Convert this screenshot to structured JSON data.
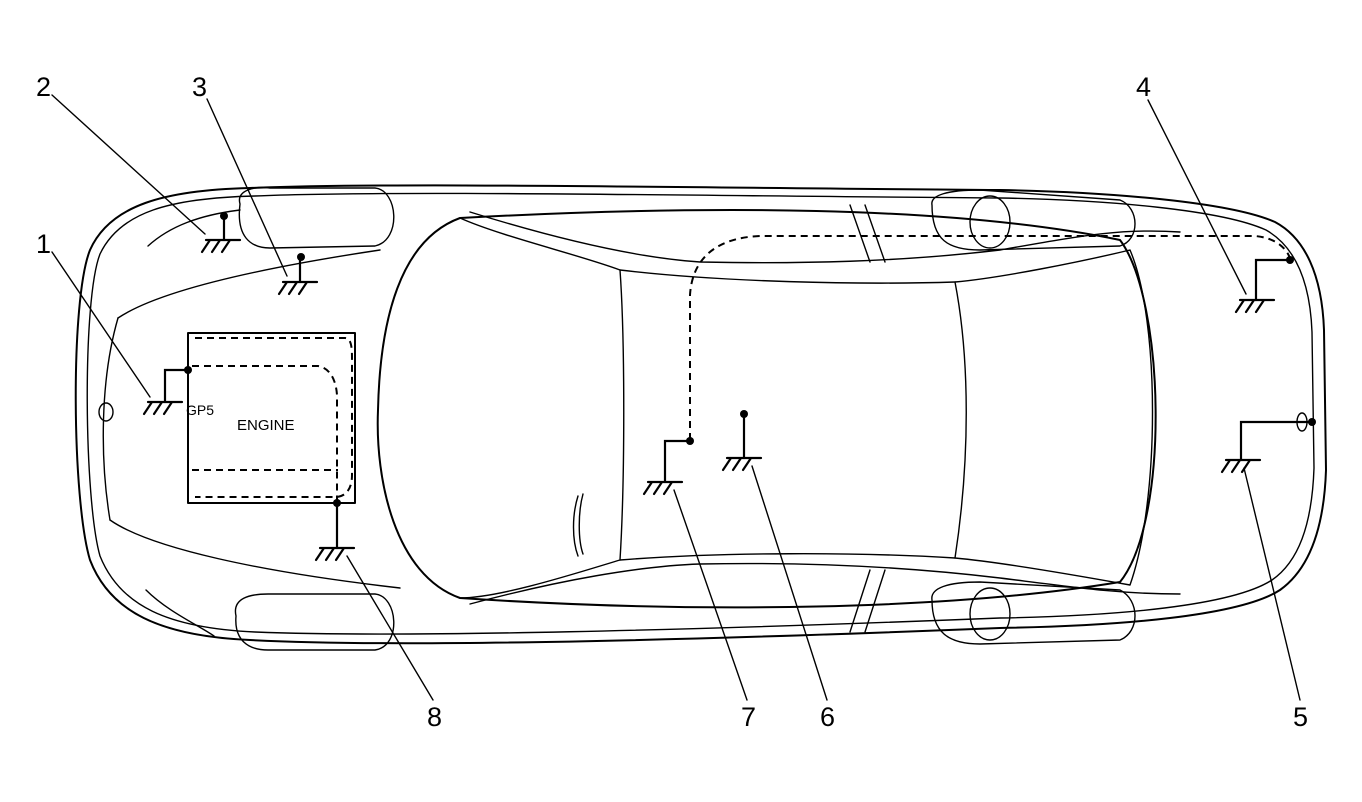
{
  "colors": {
    "stroke": "#000000",
    "background": "#ffffff"
  },
  "labels": {
    "engine": "ENGINE",
    "gp5": "GP5"
  },
  "callouts": [
    {
      "id": "1",
      "text": "1"
    },
    {
      "id": "2",
      "text": "2"
    },
    {
      "id": "3",
      "text": "3"
    },
    {
      "id": "4",
      "text": "4"
    },
    {
      "id": "5",
      "text": "5"
    },
    {
      "id": "6",
      "text": "6"
    },
    {
      "id": "7",
      "text": "7"
    },
    {
      "id": "8",
      "text": "8"
    }
  ]
}
